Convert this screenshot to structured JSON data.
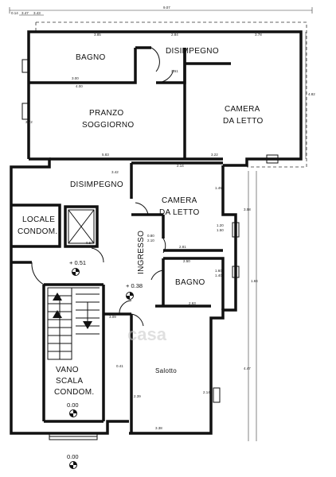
{
  "rooms": {
    "bagno_top": "BAGNO",
    "disimpegno_top": "DISIMPEGNO",
    "pranzo_1": "PRANZO",
    "pranzo_2": "SOGGIORNO",
    "camera1_1": "CAMERA",
    "camera1_2": "DA LETTO",
    "disimpegno_mid": "DISIMPEGNO",
    "camera2_1": "CAMERA",
    "camera2_2": "DA LETTO",
    "locale_1": "LOCALE",
    "locale_2": "CONDOM.",
    "ingresso": "INGRESSO",
    "bagno_mid": "BAGNO",
    "salotto": "Salotto",
    "vano_1": "VANO",
    "vano_2": "SCALA",
    "vano_3": "CONDOM."
  },
  "elevations": {
    "e1": "+ 0.51",
    "e2": "+ 0.38",
    "e3": "0.00",
    "e4": "0.00"
  },
  "dimensions": {
    "top_total": "9.07",
    "top_a": "0.14",
    "top_b": "3.47",
    "top_c": "3.43",
    "bagno_w": "3.85",
    "bagno_w2": "4.00",
    "bagno_h": "3.00",
    "dis_w": "2.84",
    "dis_w2": "2.61",
    "cam_top": "3.78",
    "cam_h": "4.82",
    "cam_bot": "3.22",
    "pr_h": "3.72",
    "pr_bot": "5.83",
    "dis2_w": "3.42",
    "cam2_w": "2.14",
    "cam2_h": "1.45",
    "cam2_bot": "2.81",
    "right_1": "3.58",
    "right_2": "1.84",
    "right_3": "4.47",
    "bagno2_w": "2.50",
    "bagno2_b": "2.63",
    "sal_w": "3.09",
    "sal_h": "2.39",
    "sal_bot": "3.38",
    "sal_side": "2.14",
    "door1": "0.80",
    "door2": "2.10",
    "door3": "0.57",
    "door4": "0.41",
    "door5": "1.60",
    "door6": "1.40",
    "door7": "1.20",
    "door8": "1.50"
  },
  "watermark": {
    "text": "casa"
  }
}
